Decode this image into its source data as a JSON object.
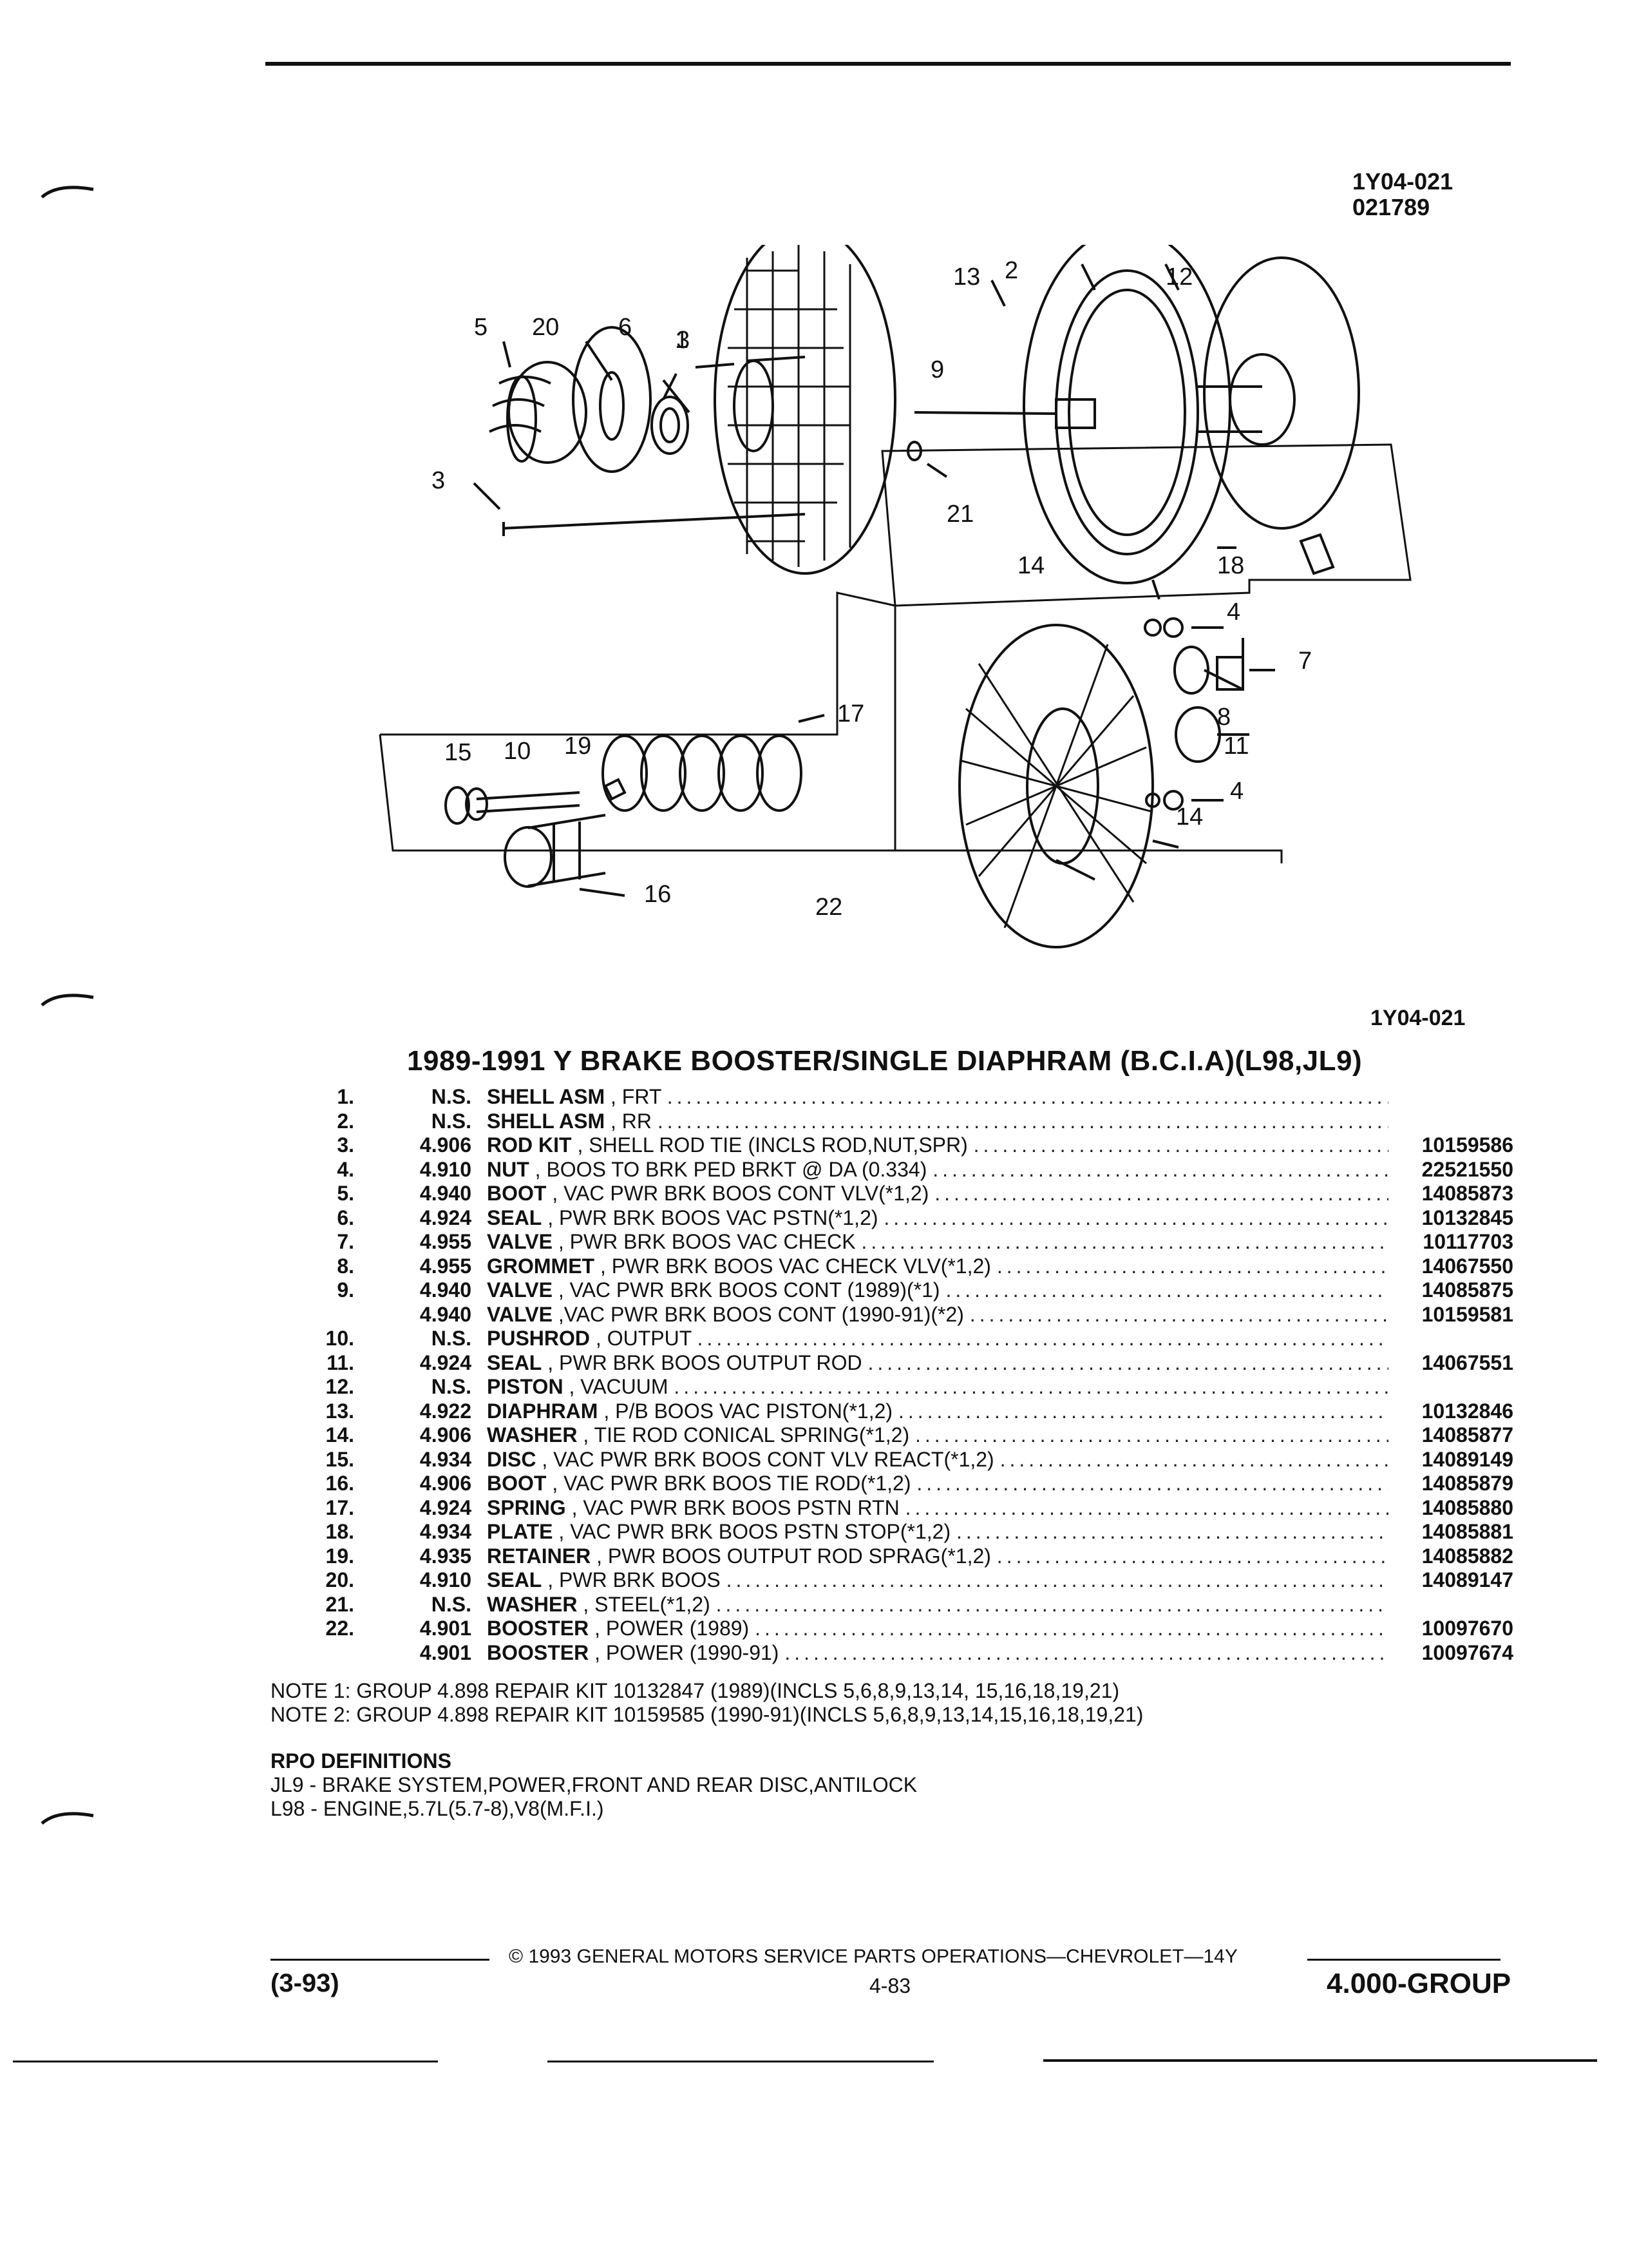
{
  "header": {
    "figure_id": "1Y04-021",
    "figure_date": "021789"
  },
  "diagram": {
    "callout_labels": [
      "1",
      "2",
      "3",
      "3",
      "4",
      "4",
      "5",
      "6",
      "7",
      "8",
      "9",
      "10",
      "11",
      "12",
      "13",
      "14",
      "14",
      "15",
      "16",
      "17",
      "18",
      "19",
      "20",
      "21",
      "22"
    ],
    "caption_id": "1Y04-021"
  },
  "section_title": "1989-1991 Y BRAKE BOOSTER/SINGLE DIAPHRAM (B.C.I.A)(L98,JL9)",
  "parts": [
    {
      "num": "1.",
      "group": "N.S.",
      "name": "SHELL ASM",
      "desc": ", FRT",
      "part": ""
    },
    {
      "num": "2.",
      "group": "N.S.",
      "name": "SHELL ASM",
      "desc": ", RR",
      "part": ""
    },
    {
      "num": "3.",
      "group": "4.906",
      "name": "ROD KIT",
      "desc": ", SHELL ROD TIE (INCLS ROD,NUT,SPR)",
      "part": "10159586"
    },
    {
      "num": "4.",
      "group": "4.910",
      "name": "NUT",
      "desc": ", BOOS TO BRK PED BRKT @ DA (0.334)",
      "part": "22521550"
    },
    {
      "num": "5.",
      "group": "4.940",
      "name": "BOOT",
      "desc": ", VAC PWR BRK BOOS CONT VLV(*1,2)",
      "part": "14085873"
    },
    {
      "num": "6.",
      "group": "4.924",
      "name": "SEAL",
      "desc": ", PWR BRK BOOS VAC PSTN(*1,2)",
      "part": "10132845"
    },
    {
      "num": "7.",
      "group": "4.955",
      "name": "VALVE",
      "desc": ", PWR BRK BOOS VAC CHECK",
      "part": "10117703"
    },
    {
      "num": "8.",
      "group": "4.955",
      "name": "GROMMET",
      "desc": ", PWR BRK BOOS VAC CHECK VLV(*1,2)",
      "part": "14067550"
    },
    {
      "num": "9.",
      "group": "4.940",
      "name": "VALVE",
      "desc": ", VAC PWR BRK BOOS CONT (1989)(*1)",
      "part": "14085875"
    },
    {
      "num": "",
      "group": "4.940",
      "name": "VALVE",
      "desc": ",VAC PWR BRK BOOS CONT (1990-91)(*2)",
      "part": "10159581"
    },
    {
      "num": "10.",
      "group": "N.S.",
      "name": "PUSHROD",
      "desc": ", OUTPUT",
      "part": ""
    },
    {
      "num": "11.",
      "group": "4.924",
      "name": "SEAL",
      "desc": ", PWR BRK BOOS OUTPUT ROD",
      "part": "14067551"
    },
    {
      "num": "12.",
      "group": "N.S.",
      "name": "PISTON",
      "desc": ", VACUUM",
      "part": ""
    },
    {
      "num": "13.",
      "group": "4.922",
      "name": "DIAPHRAM",
      "desc": ", P/B BOOS VAC PISTON(*1,2)",
      "part": "10132846"
    },
    {
      "num": "14.",
      "group": "4.906",
      "name": "WASHER",
      "desc": ", TIE ROD CONICAL SPRING(*1,2)",
      "part": "14085877"
    },
    {
      "num": "15.",
      "group": "4.934",
      "name": "DISC",
      "desc": ", VAC PWR BRK BOOS CONT VLV REACT(*1,2)",
      "part": "14089149"
    },
    {
      "num": "16.",
      "group": "4.906",
      "name": "BOOT",
      "desc": ", VAC PWR BRK BOOS TIE ROD(*1,2)",
      "part": "14085879"
    },
    {
      "num": "17.",
      "group": "4.924",
      "name": "SPRING",
      "desc": ", VAC PWR BRK BOOS PSTN RTN",
      "part": "14085880"
    },
    {
      "num": "18.",
      "group": "4.934",
      "name": "PLATE",
      "desc": ", VAC PWR BRK BOOS PSTN STOP(*1,2)",
      "part": "14085881"
    },
    {
      "num": "19.",
      "group": "4.935",
      "name": "RETAINER",
      "desc": ", PWR BOOS OUTPUT ROD SPRAG(*1,2)",
      "part": "14085882"
    },
    {
      "num": "20.",
      "group": "4.910",
      "name": "SEAL",
      "desc": ", PWR BRK BOOS",
      "part": "14089147"
    },
    {
      "num": "21.",
      "group": "N.S.",
      "name": "WASHER",
      "desc": ", STEEL(*1,2)",
      "part": ""
    },
    {
      "num": "22.",
      "group": "4.901",
      "name": "BOOSTER",
      "desc": ", POWER (1989)",
      "part": "10097670"
    },
    {
      "num": "",
      "group": "4.901",
      "name": "BOOSTER",
      "desc": ", POWER (1990-91)",
      "part": "10097674"
    }
  ],
  "notes": [
    "NOTE  1:  GROUP 4.898 REPAIR KIT 10132847 (1989)(INCLS 5,6,8,9,13,14, 15,16,18,19,21)",
    "NOTE  2:  GROUP 4.898 REPAIR KIT 10159585 (1990-91)(INCLS 5,6,8,9,13,14,15,16,18,19,21)"
  ],
  "rpo": {
    "heading": "RPO DEFINITIONS",
    "lines": [
      "JL9 - BRAKE SYSTEM,POWER,FRONT AND REAR DISC,ANTILOCK",
      "L98 - ENGINE,5.7L(5.7-8),V8(M.F.I.)"
    ]
  },
  "footer": {
    "copyright": "©  1993  GENERAL MOTORS SERVICE PARTS OPERATIONS—CHEVROLET—14Y",
    "date_code": "(3-93)",
    "page": "4-83",
    "group": "4.000-GROUP"
  }
}
